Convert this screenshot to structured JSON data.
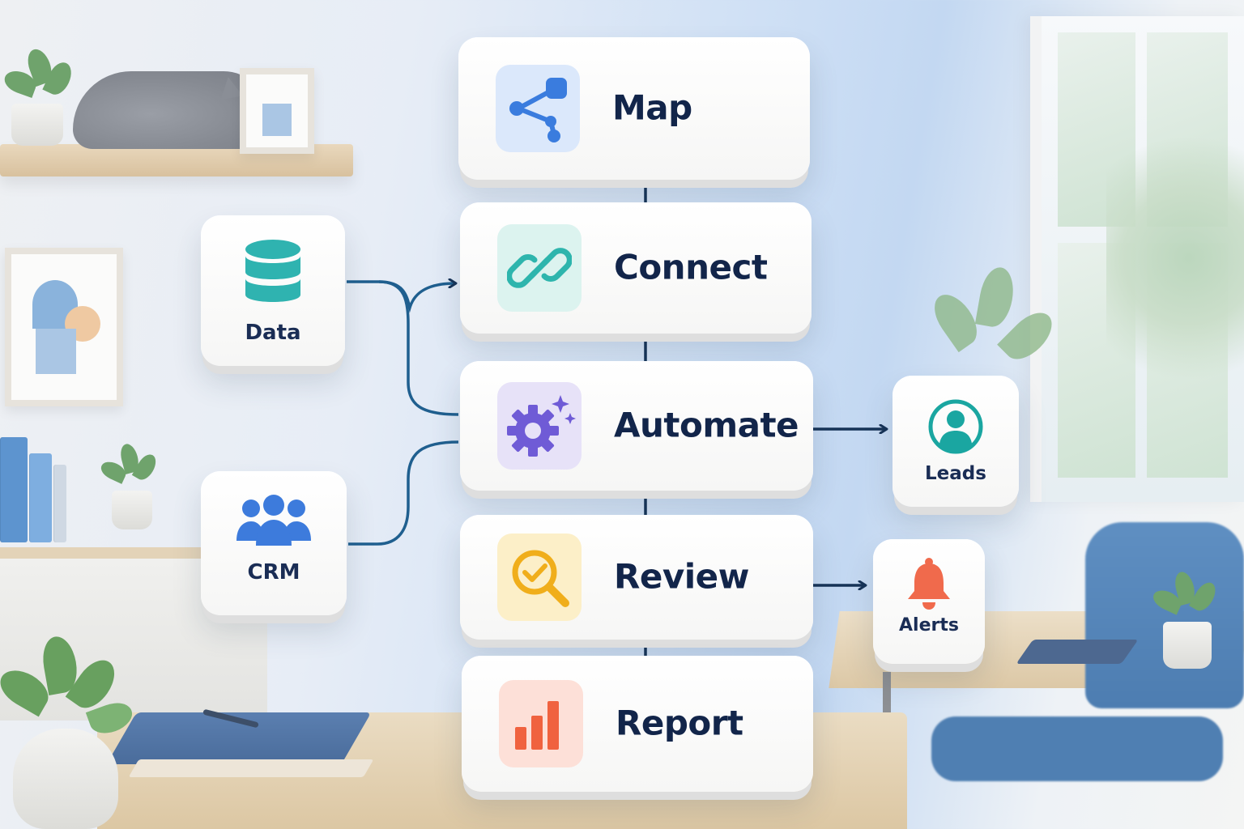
{
  "steps": [
    {
      "label": "Map",
      "icon": "share-nodes-icon",
      "tile_color": "#dbe8fb"
    },
    {
      "label": "Connect",
      "icon": "link-icon",
      "tile_color": "#dcf3ef"
    },
    {
      "label": "Automate",
      "icon": "gear-sparkle-icon",
      "tile_color": "#e7e2f8"
    },
    {
      "label": "Review",
      "icon": "search-check-icon",
      "tile_color": "#fcefc8"
    },
    {
      "label": "Report",
      "icon": "bar-chart-icon",
      "tile_color": "#fde0d8"
    }
  ],
  "inputs": [
    {
      "label": "Data",
      "icon": "database-icon",
      "color": "#2fb3b0"
    },
    {
      "label": "CRM",
      "icon": "users-icon",
      "color": "#3d7bdc"
    }
  ],
  "outputs": [
    {
      "label": "Leads",
      "icon": "user-circle-icon",
      "color": "#1aa6a1"
    },
    {
      "label": "Alerts",
      "icon": "bell-icon",
      "color": "#f06a4c"
    }
  ],
  "colors": {
    "arrow": "#163357",
    "connector": "#1f5f8f",
    "label_text": "#12254a"
  }
}
